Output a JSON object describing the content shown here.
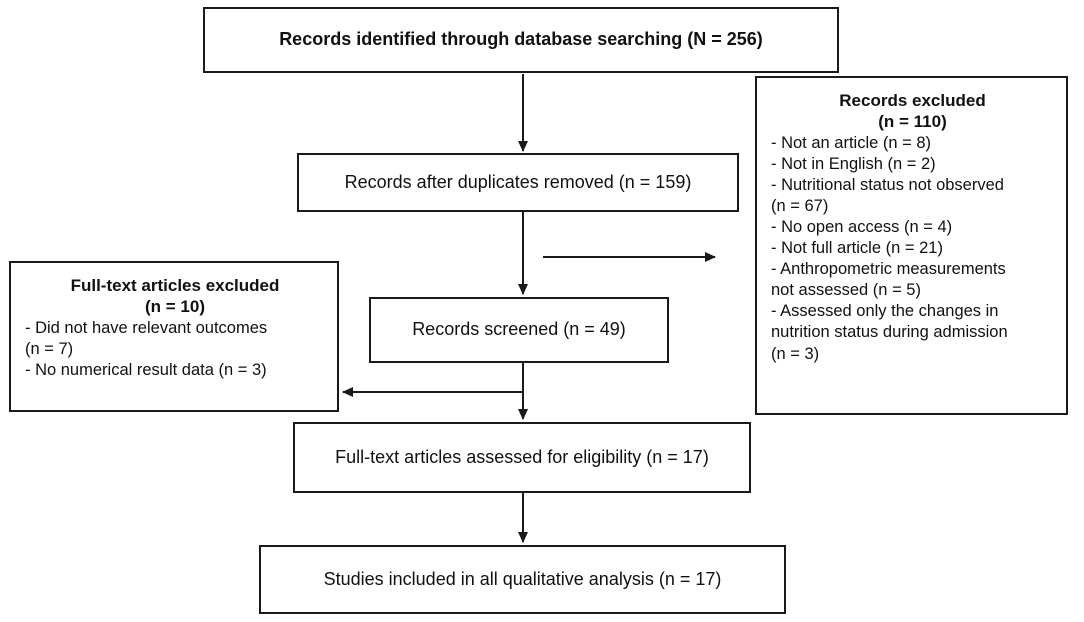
{
  "flow": {
    "identified": "Records identified through database searching (N = 256)",
    "after_duplicates": "Records after duplicates removed (n = 159)",
    "screened": "Records screened (n = 49)",
    "assessed": "Full-text articles assessed for eligibility (n = 17)",
    "included": "Studies included in all qualitative analysis (n = 17)"
  },
  "records_excluded": {
    "title": "Records excluded",
    "count": "(n = 110)",
    "items": [
      "- Not an article (n = 8)",
      "- Not in English (n = 2)",
      "- Nutritional status not observed\n(n = 67)",
      "- No open access (n = 4)",
      "- Not full article (n = 21)",
      "- Anthropometric measurements\nnot assessed (n = 5)",
      "- Assessed only the changes in\nnutrition status during admission\n(n = 3)"
    ]
  },
  "fulltext_excluded": {
    "title": "Full-text articles excluded",
    "count": "(n = 10)",
    "items": [
      "- Did not have relevant outcomes\n(n = 7)",
      "- No numerical result data (n = 3)"
    ]
  },
  "colors": {
    "line": "#1a1a1a",
    "background": "#ffffff"
  }
}
